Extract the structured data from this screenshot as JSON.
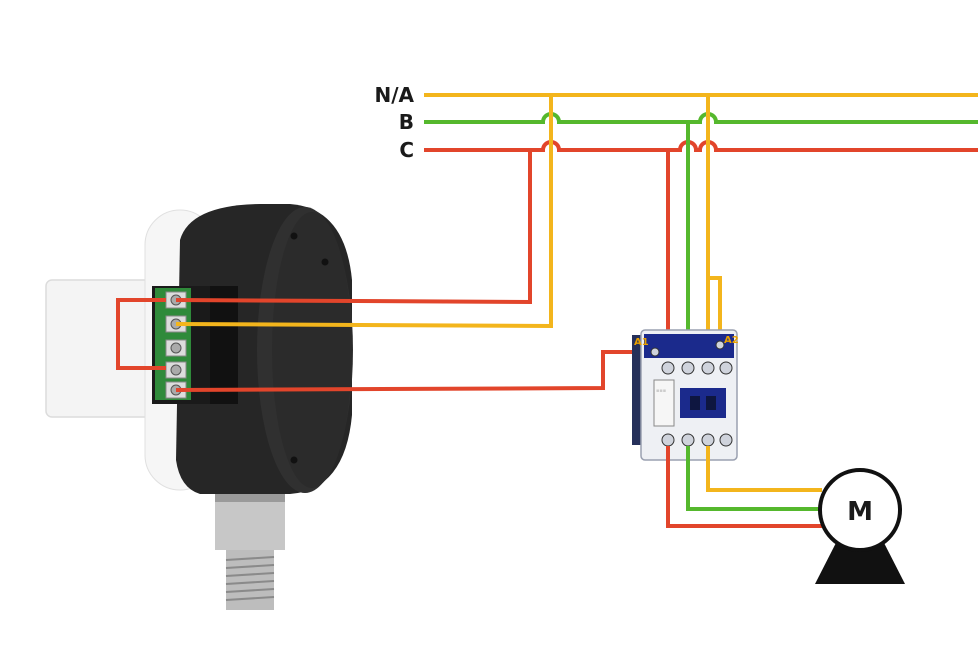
{
  "diagram": {
    "lines": [
      {
        "id": "na",
        "label": "N/A",
        "color": "#f3b51c"
      },
      {
        "id": "b",
        "label": "B",
        "color": "#55b82d"
      },
      {
        "id": "c",
        "label": "C",
        "color": "#e2452b"
      }
    ],
    "contactor": {
      "label_a1": "A1",
      "label_a2": "A2"
    },
    "motor": {
      "label": "M"
    }
  },
  "colors": {
    "yellow": "#f3b51c",
    "green": "#55b82d",
    "red": "#e2452b",
    "gauge_body": "#262626",
    "contactor_body": "#eef0f4",
    "contactor_blue": "#1b2a8c"
  }
}
